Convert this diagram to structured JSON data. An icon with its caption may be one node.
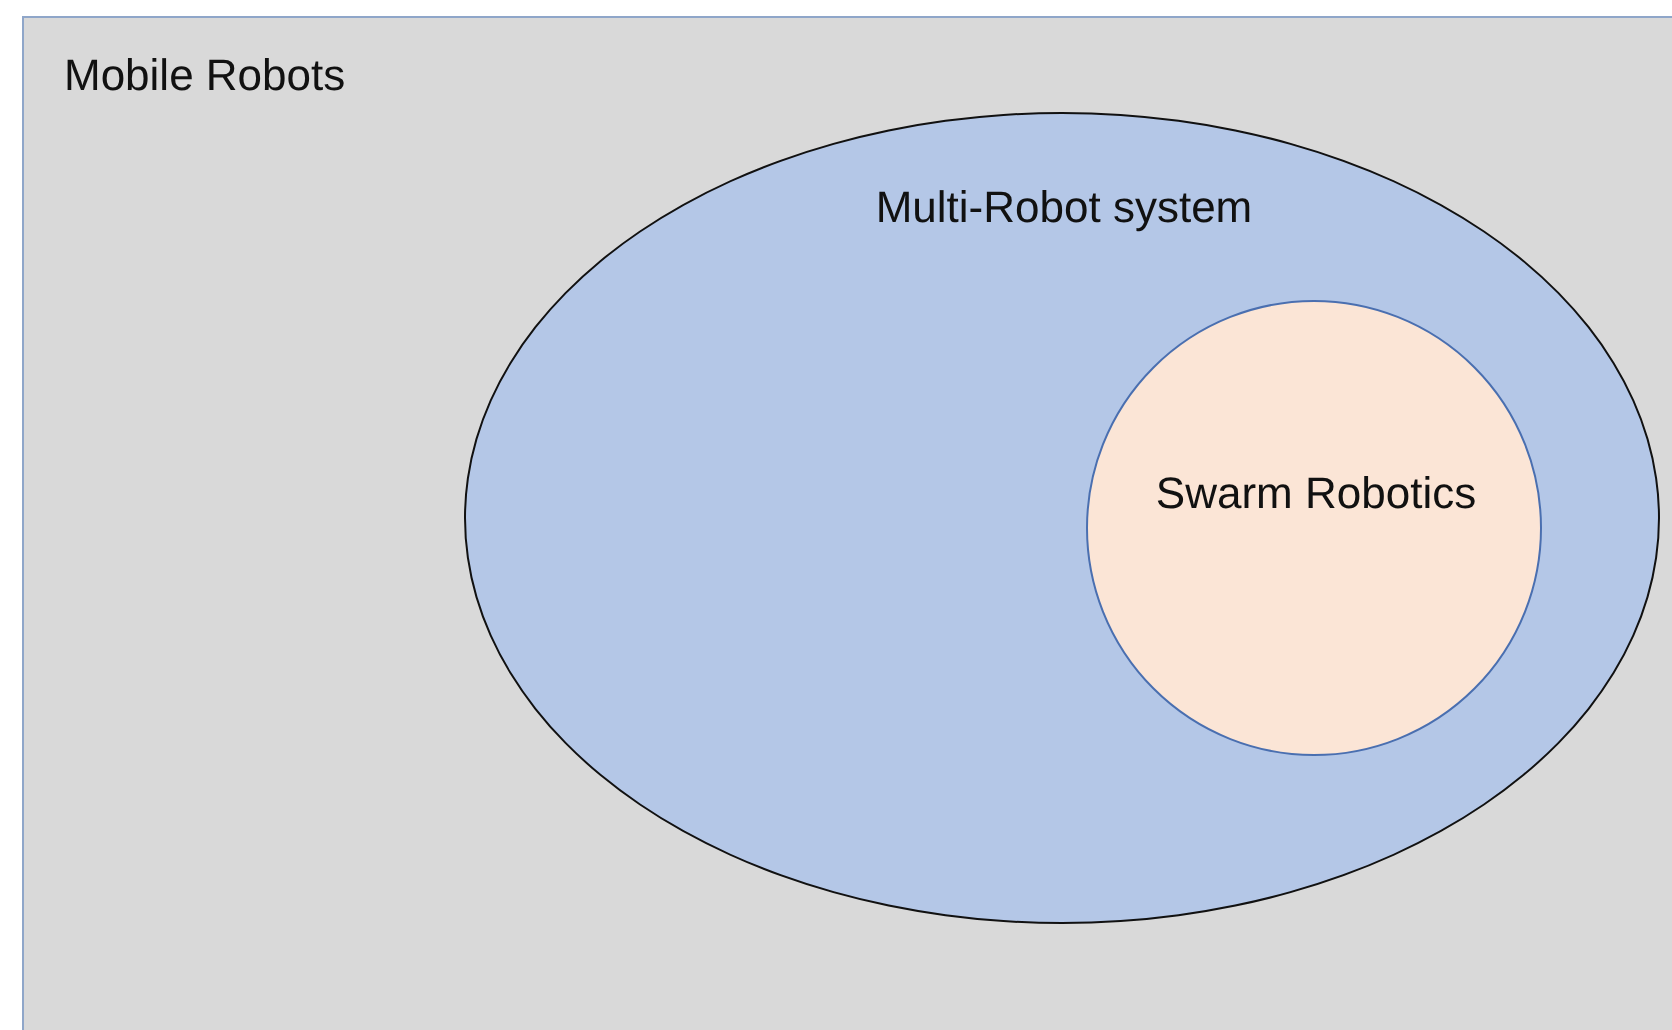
{
  "diagram": {
    "nodes": [
      {
        "text": [
          "Mobile Robots"
        ]
      },
      {
        "text": [
          "Multi-Robot system"
        ],
        "in": 0
      },
      {
        "text": [
          "Swarm Robotics"
        ],
        "in": 1
      }
    ]
  }
}
